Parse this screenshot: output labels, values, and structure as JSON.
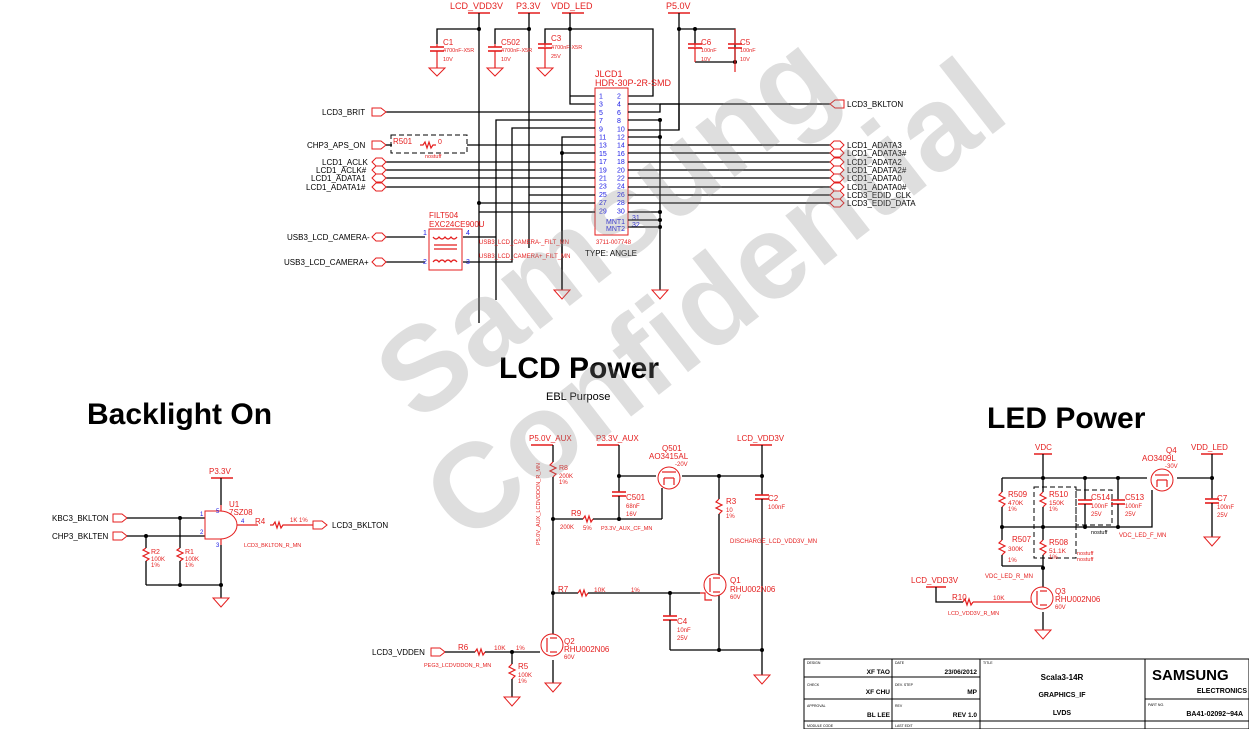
{
  "connector": {
    "ref": "JLCD1",
    "part": "HDR-30P-2R-SMD",
    "part_no": "3711-007748",
    "type": "TYPE: ANGLE",
    "pins_left": [
      "1",
      "3",
      "5",
      "7",
      "9",
      "11",
      "13",
      "15",
      "17",
      "19",
      "21",
      "23",
      "25",
      "27",
      "29"
    ],
    "pins_right": [
      "2",
      "4",
      "6",
      "8",
      "10",
      "12",
      "14",
      "16",
      "18",
      "20",
      "22",
      "24",
      "26",
      "28",
      "30"
    ],
    "mnt1": "MNT1",
    "mnt2": "MNT2",
    "mnt1_pin": "31",
    "mnt2_pin": "32"
  },
  "top_rails": {
    "lcd_vdd3v": "LCD_VDD3V",
    "p3_3v": "P3.3V",
    "vdd_led": "VDD_LED",
    "p5_0v": "P5.0V"
  },
  "top_caps": [
    {
      "ref": "C1",
      "value": "4700nF-X5R",
      "voltage": "10V"
    },
    {
      "ref": "C502",
      "value": "4700nF-X5R",
      "voltage": "10V"
    },
    {
      "ref": "C3",
      "value": "4700nF-X5R",
      "voltage": "25V"
    },
    {
      "ref": "C6",
      "value": "100nF",
      "voltage": "10V"
    },
    {
      "ref": "C5",
      "value": "100nF",
      "voltage": "10V"
    }
  ],
  "left_nets": {
    "brit": "LCD3_BRIT",
    "aps_on": "CHP3_APS_ON",
    "aclk": "LCD1_ACLK",
    "aclk_n": "LCD1_ACLK#",
    "adata1": "LCD1_ADATA1",
    "adata1_n": "LCD1_ADATA1#",
    "cam_minus": "USB3_LCD_CAMERA-",
    "cam_plus": "USB3_LCD_CAMERA+"
  },
  "r501": {
    "ref": "R501",
    "value": "0",
    "note": "nostuff"
  },
  "filter": {
    "ref": "FILT504",
    "part": "EXC24CE900U",
    "pin1": "1",
    "pin2": "2",
    "pin3": "3",
    "pin4": "4",
    "net_minus": "USB3_LCD_CAMERA-_FILT_MN",
    "net_plus": "USB3_LCD_CAMERA+_FILT_MN"
  },
  "right_nets": [
    "LCD3_BKLTON",
    "LCD1_ADATA3",
    "LCD1_ADATA3#",
    "LCD1_ADATA2",
    "LCD1_ADATA2#",
    "LCD1_ADATA0",
    "LCD1_ADATA0#",
    "LCD3_EDID_CLK",
    "LCD3_EDID_DATA"
  ],
  "watermark": {
    "line1": "Samsung",
    "line2": "Confidential"
  },
  "sections": {
    "lcd_power": "LCD Power",
    "lcd_power_sub": "EBL Purpose",
    "backlight": "Backlight On",
    "led_power": "LED Power"
  },
  "backlight": {
    "rail": "P3.3V",
    "in1": "KBC3_BKLTON",
    "in2": "CHP3_BKLTEN",
    "u1_ref": "U1",
    "u1_part": "7SZ08",
    "pin1": "1",
    "pin2": "2",
    "pin3": "3",
    "pin4": "4",
    "pin5": "5",
    "r4_ref": "R4",
    "r4_value": "1K 1%",
    "r2_ref": "R2",
    "r2_value": "100K",
    "r2_tol": "1%",
    "r1_ref": "R1",
    "r1_value": "100K",
    "r1_tol": "1%",
    "out": "LCD3_BKLTON",
    "out_net": "LCD3_BKLTON_R_MN"
  },
  "lcd_power": {
    "rail_p5": "P5.0V_AUX",
    "rail_p3": "P3.3V_AUX",
    "rail_lcd": "LCD_VDD3V",
    "r8": {
      "ref": "R8",
      "value": "200K",
      "tol": "1%"
    },
    "r8_net": "P5.0V_AUX_LCDVDDON_R_MN",
    "r9": {
      "ref": "R9",
      "value": "200K",
      "tol": "5%"
    },
    "c501": {
      "ref": "C501",
      "value": "68nF",
      "voltage": "16V"
    },
    "c501_net": "P3.3V_AUX_CF_MN",
    "q501": {
      "ref": "Q501",
      "part": "AO3415AL",
      "rating": "-20V"
    },
    "r3": {
      "ref": "R3",
      "value": "10",
      "tol": "1%"
    },
    "c2": {
      "ref": "C2",
      "value": "100nF"
    },
    "discharge_net": "DISCHARGE_LCD_VDD3V_MN",
    "r7": {
      "ref": "R7",
      "value": "10K",
      "tol": "1%"
    },
    "q1": {
      "ref": "Q1",
      "part": "RHU002N06",
      "rating": "60V"
    },
    "c4": {
      "ref": "C4",
      "value": "10nF",
      "voltage": "25V"
    },
    "q2": {
      "ref": "Q2",
      "part": "RHU002N06",
      "rating": "60V"
    },
    "r6": {
      "ref": "R6",
      "value": "10K",
      "tol": "1%"
    },
    "r5": {
      "ref": "R5",
      "value": "100K",
      "tol": "1%"
    },
    "vdden": "LCD3_VDDEN",
    "vdden_net": "PEG3_LCDVDDON_R_MN"
  },
  "led_power": {
    "rail_vdc": "VDC",
    "rail_vdd_led": "VDD_LED",
    "q4": {
      "ref": "Q4",
      "part": "AO3409L",
      "rating": "-30V"
    },
    "r509": {
      "ref": "R509",
      "value": "470K",
      "tol": "1%"
    },
    "r510": {
      "ref": "R510",
      "value": "150K",
      "tol": "1%"
    },
    "c514": {
      "ref": "C514",
      "value": "100nF",
      "voltage": "25V"
    },
    "c513": {
      "ref": "C513",
      "value": "100nF",
      "voltage": "25V"
    },
    "c7": {
      "ref": "C7",
      "value": "100nF",
      "voltage": "25V"
    },
    "r507": {
      "ref": "R507",
      "value": "300K",
      "tol": "1%"
    },
    "r508": {
      "ref": "R508",
      "value": "51.1K",
      "tol": "1%"
    },
    "nostuff": "nostuff",
    "f_net": "VDC_LED_F_MN",
    "r_net": "VDC_LED_R_MN",
    "lcd_vdd3v": "LCD_VDD3V",
    "r10": {
      "ref": "R10",
      "value": "10K"
    },
    "r10_net": "LCD_VDD3V_R_MN",
    "q3": {
      "ref": "Q3",
      "part": "RHU002N06",
      "rating": "60V"
    }
  },
  "title_block": {
    "design_label": "DESIGN",
    "design": "XF TAO",
    "check_label": "CHECK",
    "check": "XF CHU",
    "approval_label": "APPROVAL",
    "approval": "BL LEE",
    "module_label": "MODULE CODE",
    "date_label": "DATE",
    "date": "23/06/2012",
    "step_label": "DEV. STEP",
    "step": "MP",
    "rev_label": "REV",
    "rev": "REV 1.0",
    "last_edit_label": "LAST EDIT",
    "title_label": "TITLE",
    "title1": "Scala3-14R",
    "title2": "GRAPHICS_IF",
    "title3": "LVDS",
    "company1": "SAMSUNG",
    "company2": "ELECTRONICS",
    "part_label": "PART NO.",
    "part_no": "BA41-02092~94A"
  }
}
